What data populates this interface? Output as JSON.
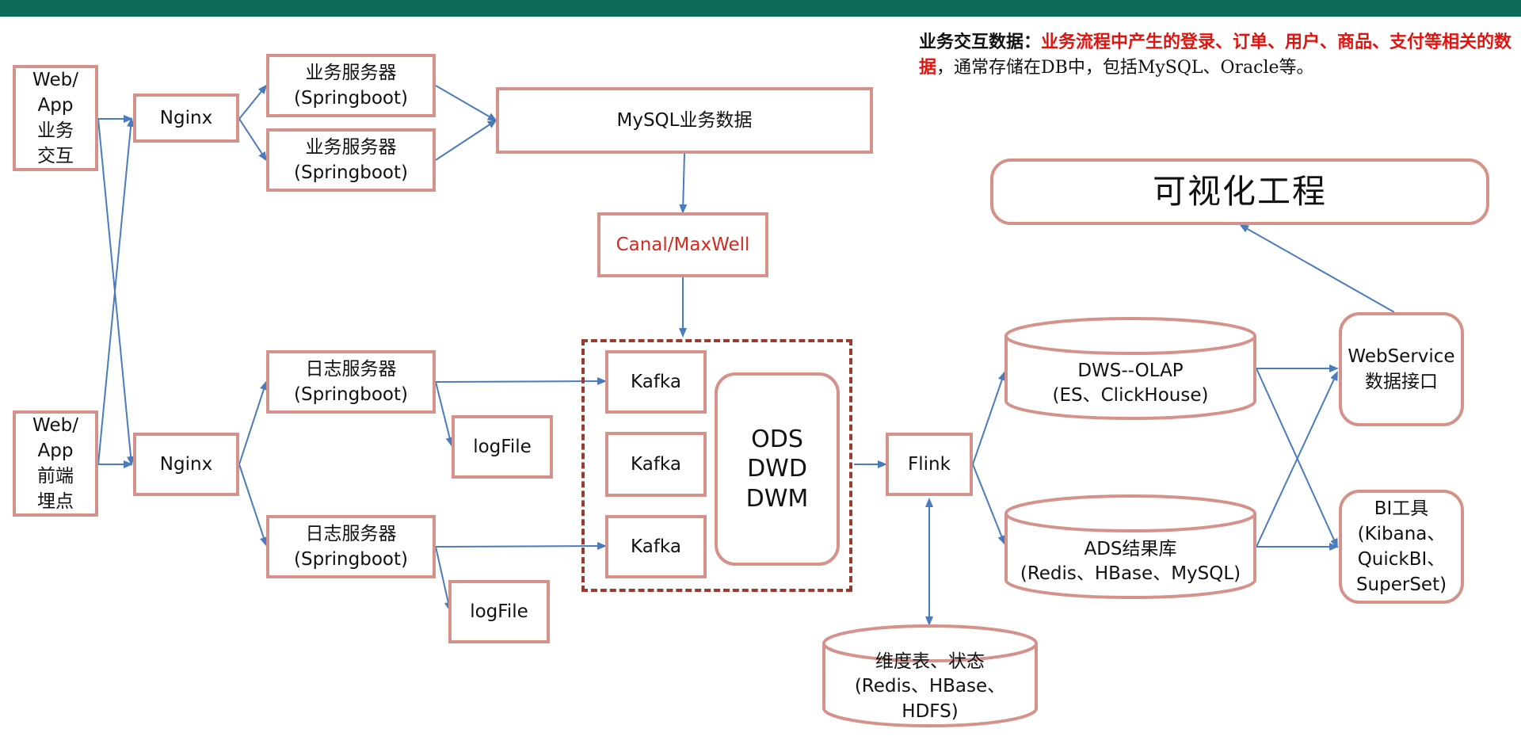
{
  "nodes": {
    "web_app_biz": "Web/\nApp\n业务\n交互",
    "web_app_fe": "Web/\nApp\n前端\n埋点",
    "nginx_top": "Nginx",
    "nginx_bottom": "Nginx",
    "biz_server_1": "业务服务器\n(Springboot)",
    "biz_server_2": "业务服务器\n(Springboot)",
    "mysql": "MySQL业务数据",
    "canal": "Canal/MaxWell",
    "log_server_1": "日志服务器\n(Springboot)",
    "log_server_2": "日志服务器\n(Springboot)",
    "logfile_1": "logFile",
    "logfile_2": "logFile",
    "kafka_1": "Kafka",
    "kafka_2": "Kafka",
    "kafka_3": "Kafka",
    "ods": "ODS\nDWD\nDWM",
    "flink": "Flink",
    "dws": "DWS--OLAP\n(ES、ClickHouse)",
    "ads": "ADS结果库\n(Redis、HBase、MySQL)",
    "dim": "维度表、状态\n(Redis、HBase、\nHDFS)",
    "webservice": "WebService\n数据接口",
    "bi": "BI工具\n(Kibana、\nQuickBI、\nSuperSet)",
    "visualization": "可视化工程"
  },
  "note": {
    "label": "业务交互数据：",
    "highlight": "业务流程中产生的登录、订单、用户、商品、支付等相关的数据",
    "rest": "，通常存储在DB中，包括MySQL、Oracle等。"
  },
  "colors": {
    "box_border": "#d4928b",
    "arrow": "#4a7bbd",
    "dashed_border": "#9b3a2f",
    "highlight_red": "#e0140f",
    "top_bar": "#0e6b5a"
  }
}
